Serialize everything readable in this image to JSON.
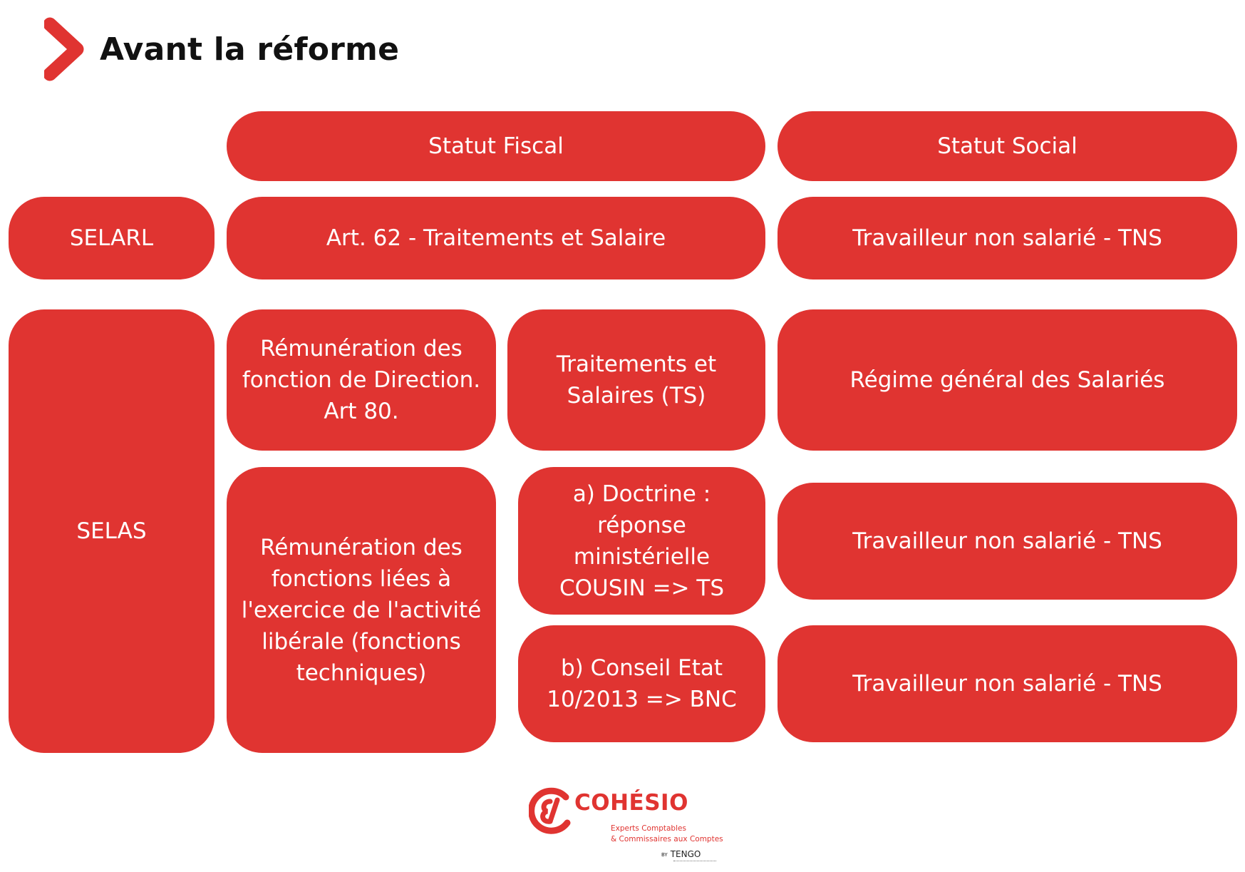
{
  "page": {
    "title": "Avant la réforme"
  },
  "headers": {
    "fiscal": "Statut Fiscal",
    "social": "Statut Social"
  },
  "selarl": {
    "label": "SELARL",
    "fiscal": "Art. 62 - Traitements et Salaire",
    "social": "Travailleur non salarié - TNS"
  },
  "selas": {
    "label": "SELAS",
    "direction": {
      "remuneration": "Rémunération des\nfonction de Direction.\nArt 80.",
      "fiscal": "Traitements et\nSalaires (TS)",
      "social": "Régime général des Salariés"
    },
    "technique": {
      "remuneration": "Rémunération des\nfonctions liées à\nl'exercice de l'activité\nlibérale (fonctions\ntechniques)",
      "option_a": "a) Doctrine :\nréponse\nministérielle\nCOUSIN => TS",
      "social_a": "Travailleur non salarié - TNS",
      "option_b": "b) Conseil Etat\n10/2013 => BNC",
      "social_b": "Travailleur non salarié - TNS"
    }
  },
  "logo": {
    "brand": "COHÉSIO",
    "tagline_1": "Experts Comptables",
    "tagline_2": "& Commissaires aux Comptes",
    "by": "BY",
    "partner": "TENGO"
  },
  "colors": {
    "accent": "#e03431",
    "title": "#111111",
    "background": "#ffffff"
  },
  "icons": {
    "title_marker": "chevron-right-icon",
    "logo_mark": "cohesio-logo-mark"
  }
}
